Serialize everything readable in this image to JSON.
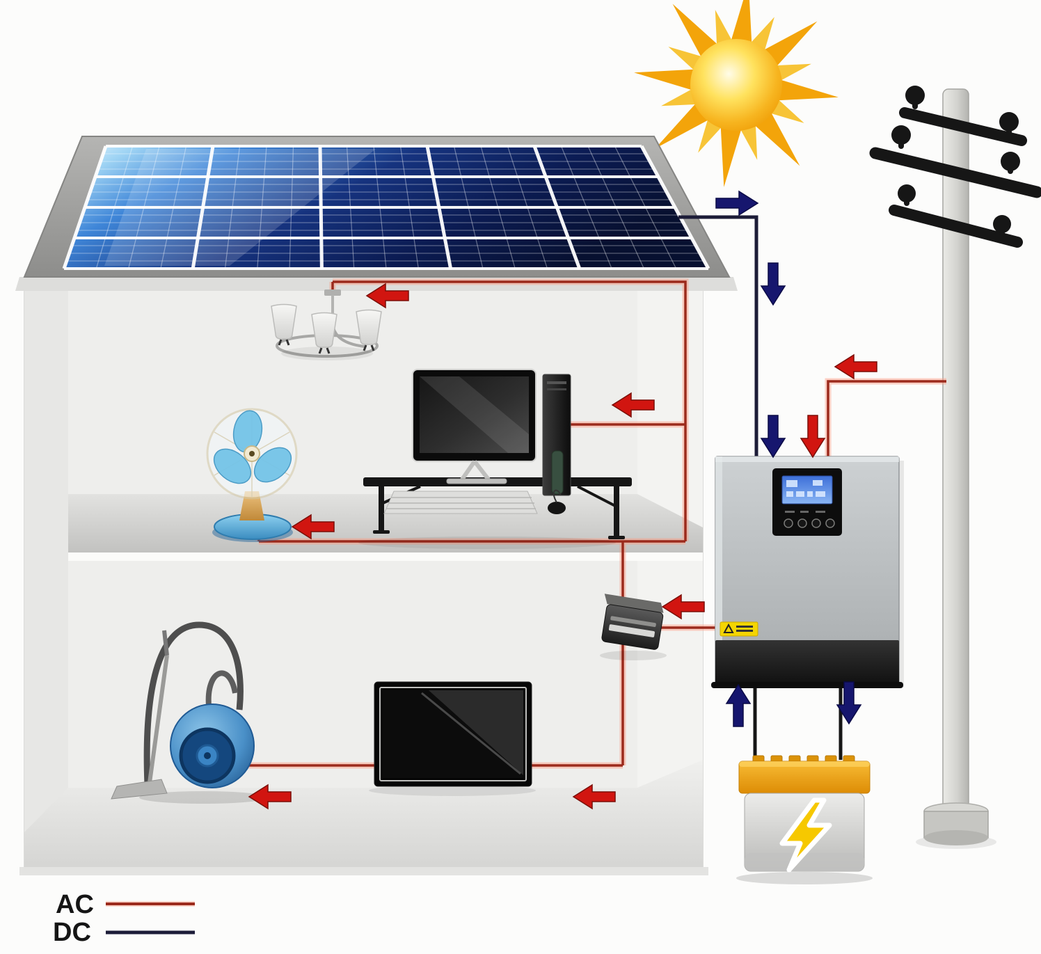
{
  "diagram": {
    "kind": "solar-home-energy-system-illustration",
    "legend": {
      "ac": {
        "label": "AC",
        "line_color": "#9b2a1c"
      },
      "dc": {
        "label": "DC",
        "line_color": "#1c1c38"
      }
    },
    "colors": {
      "ac_wire": "#9b2a1c",
      "ac_wire_glow": "#ff9a80",
      "dc_wire": "#1c1c38",
      "battery_wire": "#161616",
      "ac_arrow": "#d11510",
      "dc_arrow": "#16166e",
      "sun_core": "#ffd435",
      "sun_rays": "#f3a40a",
      "panel_cell_dark": "#071030",
      "panel_cell_light": "#e8f8ff",
      "roof_gray": "#9c9c9a",
      "inverter_body": "#b7bbbd",
      "inverter_lcd": "#4a7fe0",
      "warning_label": "#f4d503",
      "battery_top_orange": "#f0a21a",
      "battery_bolt": "#f6c800",
      "fan_blue": "#74c4e8",
      "vacuum_blue": "#2a6aa8"
    },
    "components": [
      {
        "name": "sun-icon"
      },
      {
        "name": "solar-panel"
      },
      {
        "name": "house"
      },
      {
        "name": "chandelier"
      },
      {
        "name": "table-fan"
      },
      {
        "name": "desktop-computer"
      },
      {
        "name": "junction-box"
      },
      {
        "name": "television"
      },
      {
        "name": "vacuum-cleaner"
      },
      {
        "name": "inverter"
      },
      {
        "name": "battery"
      },
      {
        "name": "utility-pole"
      }
    ]
  }
}
